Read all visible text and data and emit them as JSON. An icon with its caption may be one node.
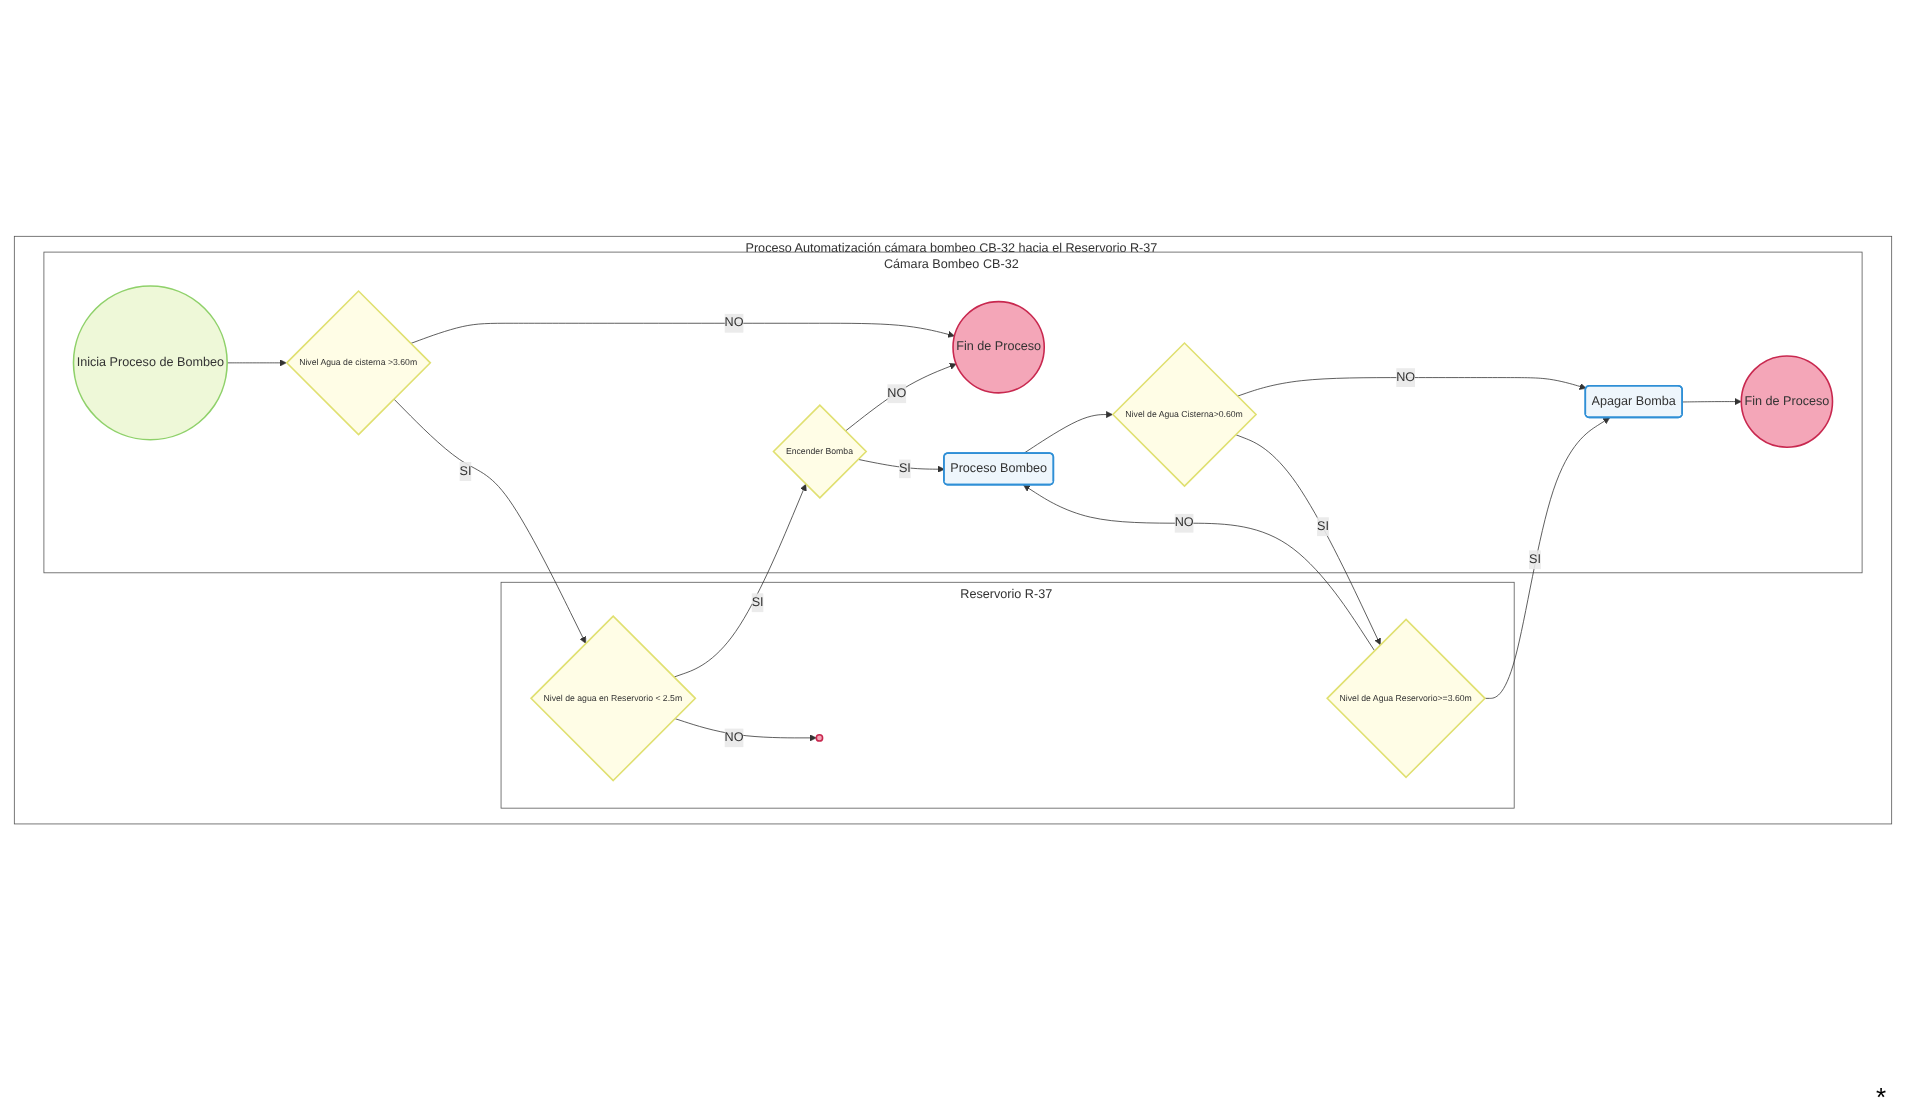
{
  "diagram": {
    "nodes": [
      {
        "text": [
          "Proceso Automatización cámara bombeo CB-32 hacia el Reservorio R-37"
        ]
      },
      {
        "text": [
          "Cámara Bombeo CB-32"
        ],
        "in": 0
      },
      {
        "text": [
          "Reservorio R-37"
        ],
        "in": 0
      },
      {
        "text": [
          "Inicia Proceso de Bombeo"
        ],
        "in": 1
      },
      {
        "text": [
          "Nivel Agua de cisterna >3.60m"
        ],
        "in": 1
      },
      {
        "text": [
          "Fin de Proceso"
        ],
        "in": 1
      },
      {
        "text": [
          "Encender Bomba"
        ],
        "in": 1
      },
      {
        "text": [
          "Proceso Bombeo"
        ],
        "in": 1
      },
      {
        "text": [
          "Apagar Bomba"
        ],
        "in": 1
      },
      {
        "text": [
          "Fin de Proceso"
        ],
        "in": 1
      },
      {
        "text": [
          "Nivel de Agua Cisterna>0.60m"
        ],
        "in": 1
      },
      {
        "text": [
          "Nivel de agua en Reservorio < 2.5m"
        ],
        "in": 2
      },
      {
        "text": [],
        "shape": "circle",
        "in": 2
      },
      {
        "text": [
          "Nivel de Agua Reservorio>=3.60m"
        ],
        "in": 2
      }
    ],
    "edges": [
      {
        "from": 3,
        "to": 4,
        "arrow": "to"
      },
      {
        "from": 4,
        "to": 5,
        "label": "NO",
        "arrow": "to"
      },
      {
        "from": 4,
        "to": 11,
        "label": "SI",
        "arrow": "to"
      },
      {
        "from": 11,
        "to": 6,
        "label": "SI",
        "arrow": "to"
      },
      {
        "from": 11,
        "to": 12,
        "label": "NO",
        "arrow": "to"
      },
      {
        "from": 6,
        "to": 5,
        "label": "NO",
        "arrow": "to"
      },
      {
        "from": 6,
        "to": 7,
        "label": "SI",
        "arrow": "to"
      },
      {
        "from": 7,
        "to": 10,
        "arrow": "to"
      },
      {
        "from": 10,
        "to": 8,
        "label": "NO",
        "arrow": "to"
      },
      {
        "from": 10,
        "to": 13,
        "label": "SI",
        "arrow": "to"
      },
      {
        "from": 13,
        "to": 7,
        "label": "NO",
        "arrow": "to"
      },
      {
        "from": 13,
        "to": 8,
        "label": "SI",
        "arrow": "to"
      },
      {
        "from": 8,
        "to": 9,
        "arrow": "to"
      }
    ],
    "labels": [
      "*"
    ]
  }
}
